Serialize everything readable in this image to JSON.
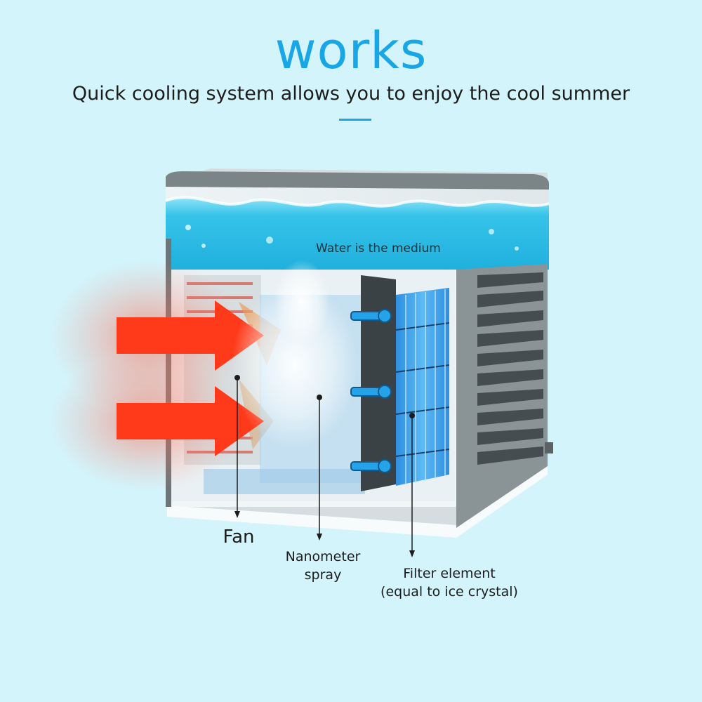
{
  "header": {
    "title": "works",
    "subtitle": "Quick cooling system allows you to enjoy the cool summer"
  },
  "diagram": {
    "water_label": "Water is the medium",
    "labels": {
      "fan": "Fan",
      "spray_line1": "Nanometer",
      "spray_line2": "spray",
      "filter_line1": "Filter element",
      "filter_line2": "(equal to ice crystal)"
    }
  },
  "colors": {
    "accent": "#19a6e6",
    "background": "#d3f4fb",
    "arrow": "#ff3a1a",
    "water": "#3cc6ec",
    "filter": "#3a9ee8"
  }
}
